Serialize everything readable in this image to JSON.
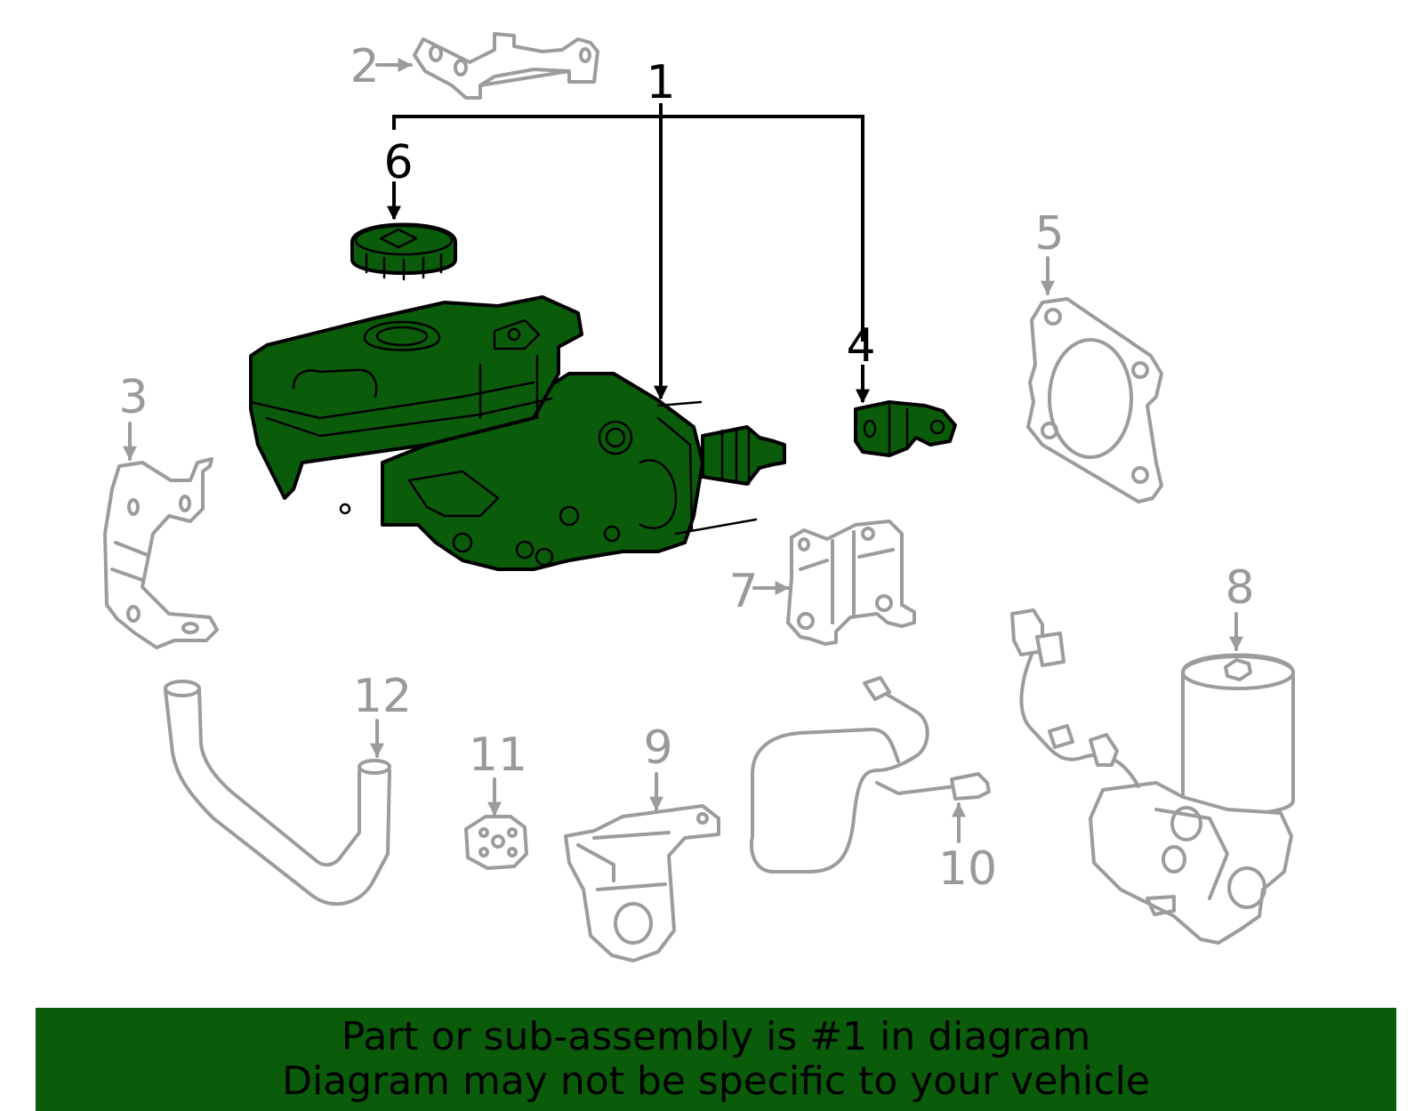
{
  "colors": {
    "highlight_part": "#0a5c0a",
    "banner_background": "#0a5c0a",
    "inactive_part": "#9c9c9c",
    "active_callout": "#000000",
    "inactive_callout": "#999999"
  },
  "callouts": {
    "c1": "1",
    "c2": "2",
    "c3": "3",
    "c4": "4",
    "c5": "5",
    "c6": "6",
    "c7": "7",
    "c8": "8",
    "c9": "9",
    "c10": "10",
    "c11": "11",
    "c12": "12"
  },
  "banner": {
    "line1": "Part or sub-assembly is #1 in diagram",
    "line2": "Diagram may not be specific to your vehicle"
  }
}
